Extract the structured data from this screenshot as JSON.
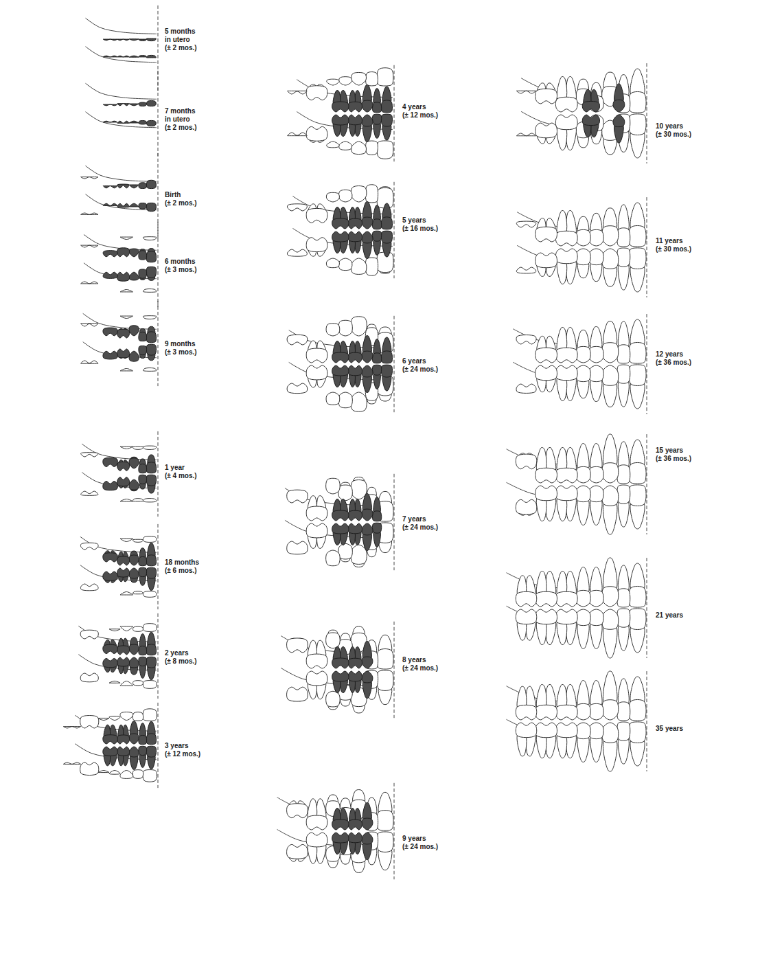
{
  "diagram": {
    "labels": [
      "5 months in utero",
      "(± 2 mos.)",
      "7 months in utero",
      "(± 2 mos.)",
      "Birth",
      "(± 2 mos.)",
      "6 months",
      "(± 3 mos.)",
      "9 months",
      "(± 3 mos.)",
      "1 year",
      "(± 4 mos.)",
      "18 months",
      "(± 6 mos.)",
      "2 years",
      "(± 8 mos.)",
      "3 years",
      "(± 12 mos.)",
      "4 years",
      "(± 12 mos.)",
      "5 years",
      "(± 16 mos.)",
      "6 years",
      "(± 24 mos.)",
      "7 years",
      "(± 24 mos.)",
      "8 years",
      "(± 24 mos.)",
      "9 years",
      "(± 24 mos.)",
      "10 years",
      "(± 30 mos.)",
      "11 years",
      "(± 30 mos.)",
      "12 years",
      "(± 36 mos.)",
      "15 years",
      "(± 36 mos.)",
      "21 years",
      "35 years"
    ]
  }
}
